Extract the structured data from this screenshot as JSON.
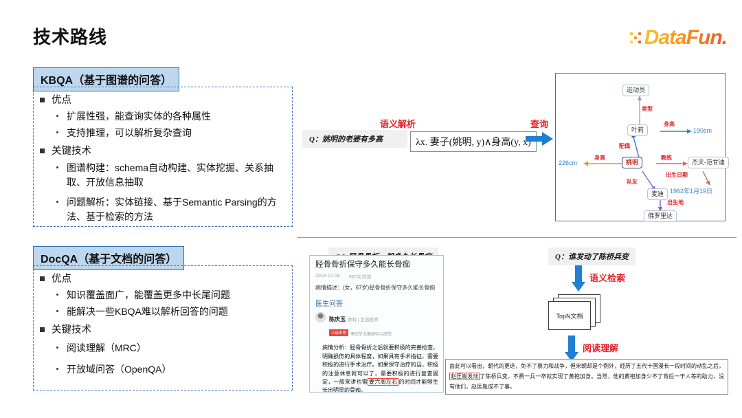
{
  "slide": {
    "title": "技术路线",
    "logo_text": "DataFun."
  },
  "kbqa": {
    "header": "KBQA（基于图谱的问答）",
    "groups": [
      {
        "title": "优点",
        "items": [
          "扩展性强，能查询实体的各种属性",
          "支持推理，可以解析复杂查询"
        ]
      },
      {
        "title": "关键技术",
        "items": [
          "图谱构建：schema自动构建、实体挖掘、关系抽取、开放信息抽取",
          "问题解析：实体链接、基于Semantic Parsing的方法、基于检索的方法"
        ]
      }
    ]
  },
  "docqa": {
    "header": "DocQA（基于文档的问答）",
    "groups": [
      {
        "title": "优点",
        "items": [
          "知识覆盖面广，能覆盖更多中长尾问题",
          "能解决一些KBQA难以解析回答的问题"
        ]
      },
      {
        "title": "关键技术",
        "items": [
          "阅读理解（MRC）",
          "开放域问答（OpenQA）"
        ]
      }
    ]
  },
  "kbqa_pipeline": {
    "question": "Q：姚明的老婆有多高",
    "step1_label": "语义解析",
    "logical_form": "λx. 妻子(姚明, y)∧身高(y, x)",
    "step2_label": "查询"
  },
  "knowledge_graph": {
    "nodes": [
      {
        "id": "athlete",
        "label": "运动员"
      },
      {
        "id": "yeli",
        "label": "叶莉"
      },
      {
        "id": "yaoming",
        "label": "姚明"
      },
      {
        "id": "tmac",
        "label": "杰夫-范甘迪"
      },
      {
        "id": "mcgrady",
        "label": "麦迪"
      },
      {
        "id": "florida",
        "label": "佛罗里达"
      }
    ],
    "values": [
      {
        "id": "yeli_height",
        "label": "190cm"
      },
      {
        "id": "yao_height",
        "label": "226cm"
      },
      {
        "id": "birthdate",
        "label": "1962年1月19日"
      }
    ],
    "edges": [
      {
        "id": "type",
        "label": "类型"
      },
      {
        "id": "height_yeli",
        "label": "身高"
      },
      {
        "id": "spouse",
        "label": "配偶"
      },
      {
        "id": "height_yao",
        "label": "身高"
      },
      {
        "id": "coach",
        "label": "教练"
      },
      {
        "id": "teammate",
        "label": "队友"
      },
      {
        "id": "birthdate_edge",
        "label": "出生日期"
      },
      {
        "id": "birthplace",
        "label": "出生地"
      }
    ]
  },
  "docqa_example": {
    "question": "Q：胫骨骨折一般多久长骨痂",
    "card": {
      "title": "胫骨骨折保守多久能长骨痂",
      "date": "2018-12-16",
      "views": "987次浏览",
      "description": "病情描述：(女，67岁)胫骨骨折保守多久能长骨痂",
      "section": "医生问答",
      "doctor_name": "陈庆玉",
      "doctor_dept": "骨科 | 主治医师",
      "doctor_badge": "三级甲等",
      "doctor_hospital": "枣庄矿业集团中心医院",
      "answer_before": "病情分析：胫骨骨折之后就要积极的完善检查，明确损伤的具体程度，如果具有手术指征，需要积极的进行手术治疗。如果保守治疗的话，积极的注意休息就可以了，需要积极的进行复查固定，一般来讲也需",
      "answer_highlight": "要六周左右",
      "answer_after": "的时间才能够生长出明显的骨痂。"
    }
  },
  "openqa_example": {
    "question": "Q：谁发动了陈桥兵变",
    "step1_label": "语义检索",
    "docs_label": "TopN文档",
    "step2_label": "阅读理解",
    "passage_before": "由此可以看出，朝代的更迭，免不了暴力和战争，但宋朝却是个例外，经历了五代十国漫长一段时间的动乱之后，",
    "passage_highlight": "赵匡胤发动",
    "passage_after": "了陈桥兵变，不费一兵一卒就实现了黄袍加身。当然，他的黄袍加身少不了背后一干人等的助力，没有他们，赵匡胤成不了事。"
  },
  "colors": {
    "header_fill": "#bdd7ee",
    "header_border": "#2e74b5",
    "accent_red": "#e8212a",
    "arrow_blue": "#1f7fd0",
    "logo_orange": "#f7941e"
  }
}
